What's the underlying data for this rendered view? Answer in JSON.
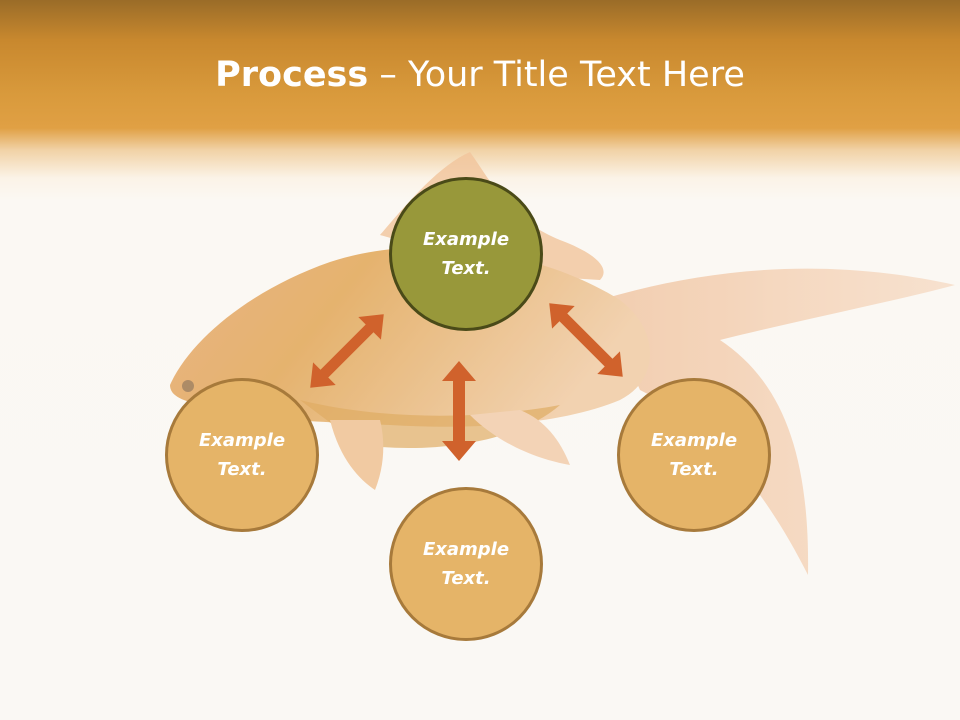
{
  "title": {
    "bold": "Process",
    "rest": " – Your Title Text Here"
  },
  "nodes": {
    "top": "Example\nText.",
    "left": "Example\nText.",
    "right": "Example\nText.",
    "bottom": "Example\nText."
  },
  "colors": {
    "header": "#d99a3c",
    "top_node": "#98983a",
    "side_node": "#e5b468",
    "arrow": "#d0622c"
  }
}
